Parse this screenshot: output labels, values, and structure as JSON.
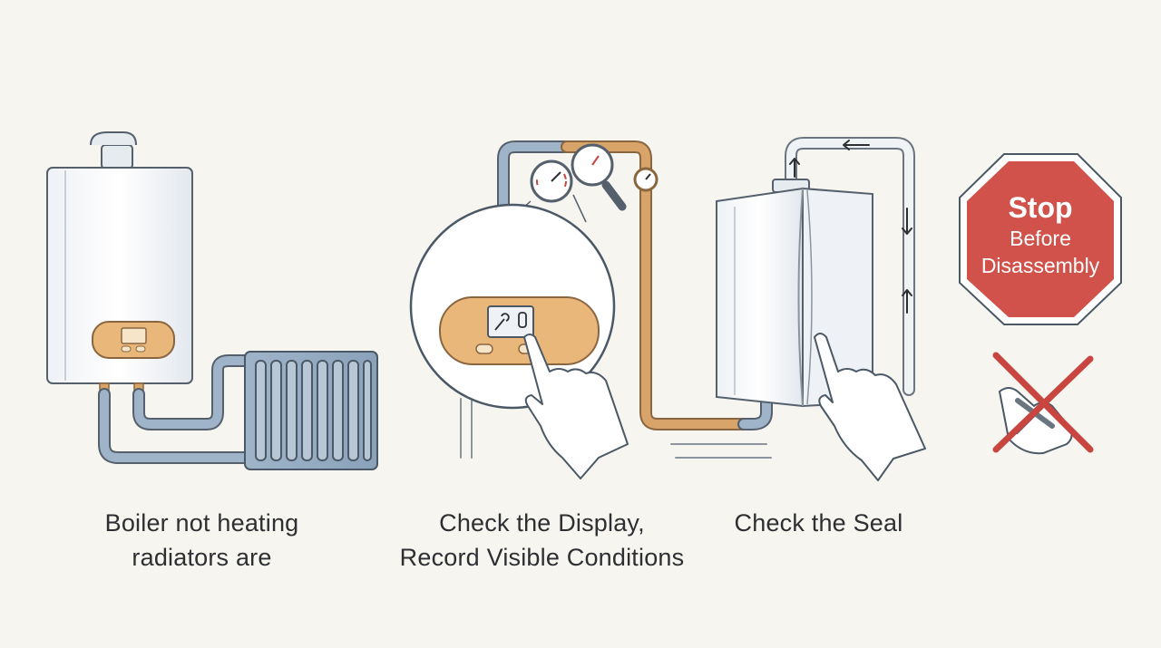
{
  "steps": [
    {
      "lines": [
        "Boiler not heating",
        "radiators are"
      ]
    },
    {
      "lines": [
        "Check the Display,",
        "Record Visible Conditions"
      ]
    },
    {
      "lines": [
        "Check the Seal"
      ]
    }
  ],
  "stop_sign": {
    "title": "Stop",
    "line1": "Before",
    "line2": "Disassembly"
  },
  "icons": [
    "boiler-icon",
    "radiator-icon",
    "pressure-gauge-icon",
    "magnifier-icon",
    "control-panel-icon",
    "pointing-hand-icon",
    "stop-sign-icon",
    "no-tools-icon",
    "screwdriver-icon"
  ],
  "colors": {
    "background": "#f6f5f0",
    "pipe": "#8aa2b8",
    "copper": "#d8a46a",
    "panel": "#e9b77a",
    "stop": "#d0524b",
    "cross": "#c9453f",
    "text": "#2e2f33"
  }
}
